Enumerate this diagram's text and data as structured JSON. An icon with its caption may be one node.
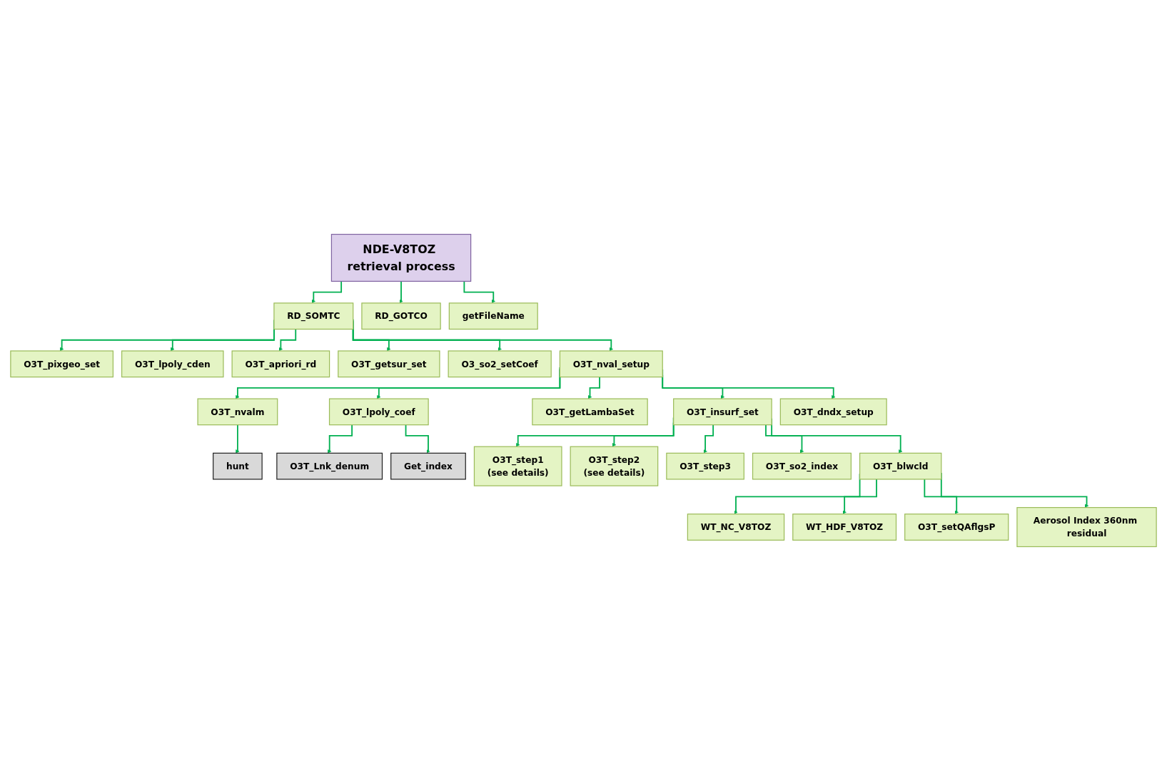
{
  "diagram": {
    "nodes": [
      {
        "text": [
          "NDE-V8TOZ retrieval process"
        ]
      },
      {
        "text": [
          "RD_SOMTC"
        ]
      },
      {
        "text": [
          "RD_GOTCO"
        ]
      },
      {
        "text": [
          "getFileName"
        ]
      },
      {
        "text": [
          "O3T_pixgeo_set"
        ]
      },
      {
        "text": [
          "O3T_lpoly_cden"
        ]
      },
      {
        "text": [
          "O3T_apriori_rd"
        ]
      },
      {
        "text": [
          "O3T_getsur_set"
        ]
      },
      {
        "text": [
          "O3_so2_setCoef"
        ]
      },
      {
        "text": [
          "O3T_nval_setup"
        ]
      },
      {
        "text": [
          "O3T_insurf_set"
        ]
      },
      {
        "text": [
          "O3T_nvalm"
        ]
      },
      {
        "text": [
          "O3T_getLambaSet"
        ]
      },
      {
        "text": [
          "O3T_lpoly_coef"
        ]
      },
      {
        "text": [
          "O3T_dndx_setup"
        ]
      },
      {
        "text": [
          "hunt"
        ]
      },
      {
        "text": [
          "O3T_Lnk_denum"
        ]
      },
      {
        "text": [
          "Get_index"
        ]
      },
      {
        "text": [
          "O3T_step1",
          "(see details)"
        ]
      },
      {
        "text": [
          "O3T_step2",
          "(see details)"
        ]
      },
      {
        "text": [
          "O3T_step3"
        ]
      },
      {
        "text": [
          "O3T_so2_index"
        ]
      },
      {
        "text": [
          "O3T_blwcld"
        ]
      },
      {
        "text": [
          "WT_NC_V8TOZ"
        ]
      },
      {
        "text": [
          "WT_HDF_V8TOZ"
        ]
      },
      {
        "text": [
          "O3T_setQAflgsP"
        ]
      },
      {
        "text": [
          "Aerosol Index 360nm residual"
        ]
      }
    ],
    "edges": [
      {
        "from": 0,
        "to": 1,
        "arrow": "to"
      },
      {
        "from": 0,
        "to": 2,
        "arrow": "to"
      },
      {
        "from": 0,
        "to": 3,
        "arrow": "to"
      },
      {
        "from": 1,
        "to": 4,
        "arrow": "to"
      },
      {
        "from": 1,
        "to": 5,
        "arrow": "to"
      },
      {
        "from": 1,
        "to": 6,
        "arrow": "to"
      },
      {
        "from": 1,
        "to": 7,
        "arrow": "to"
      },
      {
        "from": 1,
        "to": 8,
        "arrow": "to"
      },
      {
        "from": 1,
        "to": 9,
        "arrow": "to"
      },
      {
        "from": 9,
        "to": 10,
        "arrow": "to"
      },
      {
        "from": 9,
        "to": 11,
        "arrow": "to"
      },
      {
        "from": 9,
        "to": 12,
        "arrow": "to"
      },
      {
        "from": 9,
        "to": 13,
        "arrow": "to"
      },
      {
        "from": 9,
        "to": 14,
        "arrow": "to"
      },
      {
        "from": 11,
        "to": 15,
        "arrow": "to"
      },
      {
        "from": 13,
        "to": 16,
        "arrow": "to"
      },
      {
        "from": 13,
        "to": 17,
        "arrow": "to"
      },
      {
        "from": 10,
        "to": 18,
        "arrow": "to"
      },
      {
        "from": 10,
        "to": 19,
        "arrow": "to"
      },
      {
        "from": 10,
        "to": 20,
        "arrow": "to"
      },
      {
        "from": 10,
        "to": 21,
        "arrow": "to"
      },
      {
        "from": 10,
        "to": 22,
        "arrow": "to"
      },
      {
        "from": 22,
        "to": 23,
        "arrow": "to"
      },
      {
        "from": 22,
        "to": 24,
        "arrow": "to"
      },
      {
        "from": 22,
        "to": 25,
        "arrow": "to"
      },
      {
        "from": 22,
        "to": 26,
        "arrow": "to"
      }
    ]
  }
}
